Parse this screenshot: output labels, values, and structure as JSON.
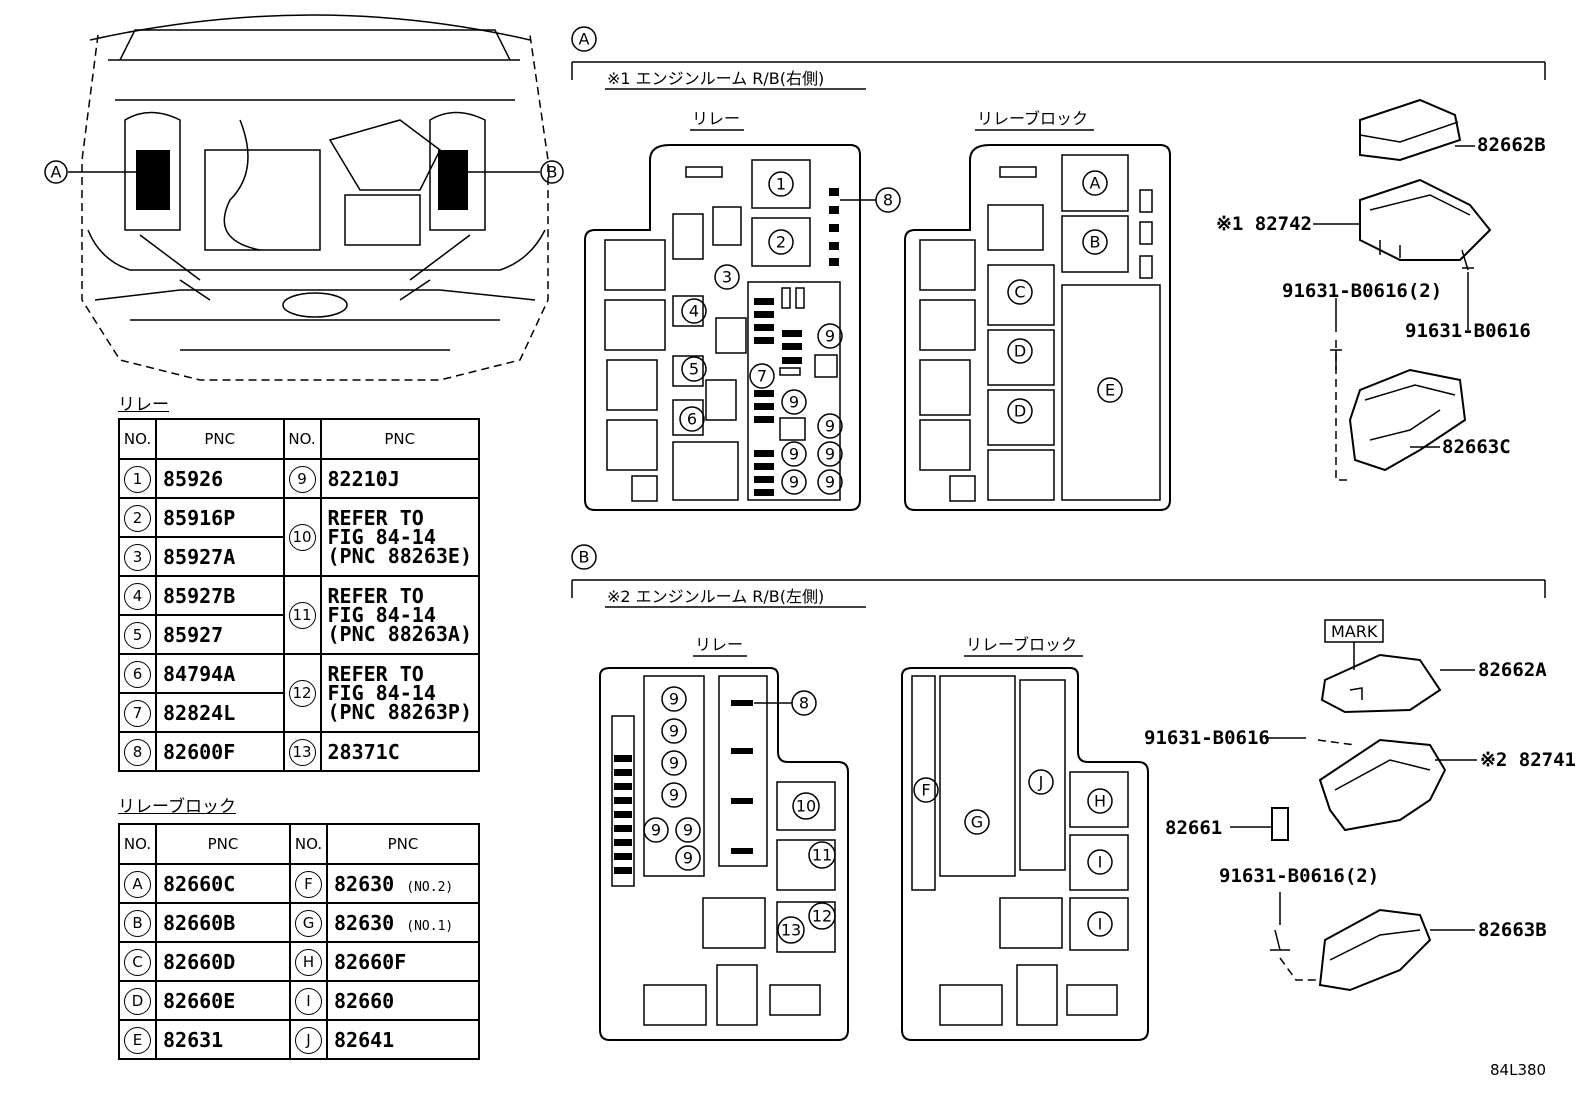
{
  "callouts": {
    "a": "A",
    "b": "B",
    "c": "C",
    "d": "D",
    "e": "E",
    "f": "F",
    "g": "G",
    "h": "H",
    "i": "I",
    "j": "J",
    "n1": "1",
    "n2": "2",
    "n3": "3",
    "n4": "4",
    "n5": "5",
    "n6": "6",
    "n7": "7",
    "n8": "8",
    "n9": "9",
    "n10": "10",
    "n11": "11",
    "n12": "12",
    "n13": "13"
  },
  "section_a": {
    "header": "※1 エンジンルーム R/B(右側)",
    "relay_title": "リレー",
    "relay_block_title": "リレーブロック"
  },
  "section_b": {
    "header": "※2 エンジンルーム R/B(左側)",
    "relay_title": "リレー",
    "relay_block_title": "リレーブロック"
  },
  "parts_a": {
    "p82662B": "82662B",
    "p82742": "※1 82742",
    "p91631_2": "91631-B0616(2)",
    "p91631": "91631-B0616",
    "p82663C": "82663C"
  },
  "parts_b": {
    "mark": "MARK",
    "p82662A": "82662A",
    "p91631": "91631-B0616",
    "p82741": "※2 82741",
    "p82661": "82661",
    "p91631_2": "91631-B0616(2)",
    "p82663B": "82663B"
  },
  "relay_table": {
    "title": "リレー",
    "col_no": "NO.",
    "col_pnc": "PNC",
    "rows": [
      {
        "no": "1",
        "pnc": "85926"
      },
      {
        "no": "2",
        "pnc": "85916P"
      },
      {
        "no": "3",
        "pnc": "85927A"
      },
      {
        "no": "4",
        "pnc": "85927B"
      },
      {
        "no": "5",
        "pnc": "85927"
      },
      {
        "no": "6",
        "pnc": "84794A"
      },
      {
        "no": "7",
        "pnc": "82824L"
      },
      {
        "no": "8",
        "pnc": "82600F"
      }
    ],
    "right": [
      {
        "no": "9",
        "pnc": "82210J"
      },
      {
        "no": "10",
        "pnc": "REFER TO\nFIG 84-14\n(PNC 88263E)"
      },
      {
        "no": "11",
        "pnc": "REFER TO\nFIG 84-14\n(PNC 88263A)"
      },
      {
        "no": "12",
        "pnc": "REFER TO\nFIG 84-14\n(PNC 88263P)"
      },
      {
        "no": "13",
        "pnc": "28371C"
      }
    ]
  },
  "relay_block_table": {
    "title": "リレーブロック",
    "col_no": "NO.",
    "col_pnc": "PNC",
    "rows": [
      {
        "no": "A",
        "pnc": "82660C"
      },
      {
        "no": "B",
        "pnc": "82660B"
      },
      {
        "no": "C",
        "pnc": "82660D"
      },
      {
        "no": "D",
        "pnc": "82660E"
      },
      {
        "no": "E",
        "pnc": "82631"
      }
    ],
    "right": [
      {
        "no": "F",
        "pnc": "82630",
        "note": "(NO.2)"
      },
      {
        "no": "G",
        "pnc": "82630",
        "note": "(NO.1)"
      },
      {
        "no": "H",
        "pnc": "82660F",
        "note": ""
      },
      {
        "no": "I",
        "pnc": "82660",
        "note": ""
      },
      {
        "no": "J",
        "pnc": "82641",
        "note": ""
      }
    ]
  },
  "figure_id": "84L380"
}
